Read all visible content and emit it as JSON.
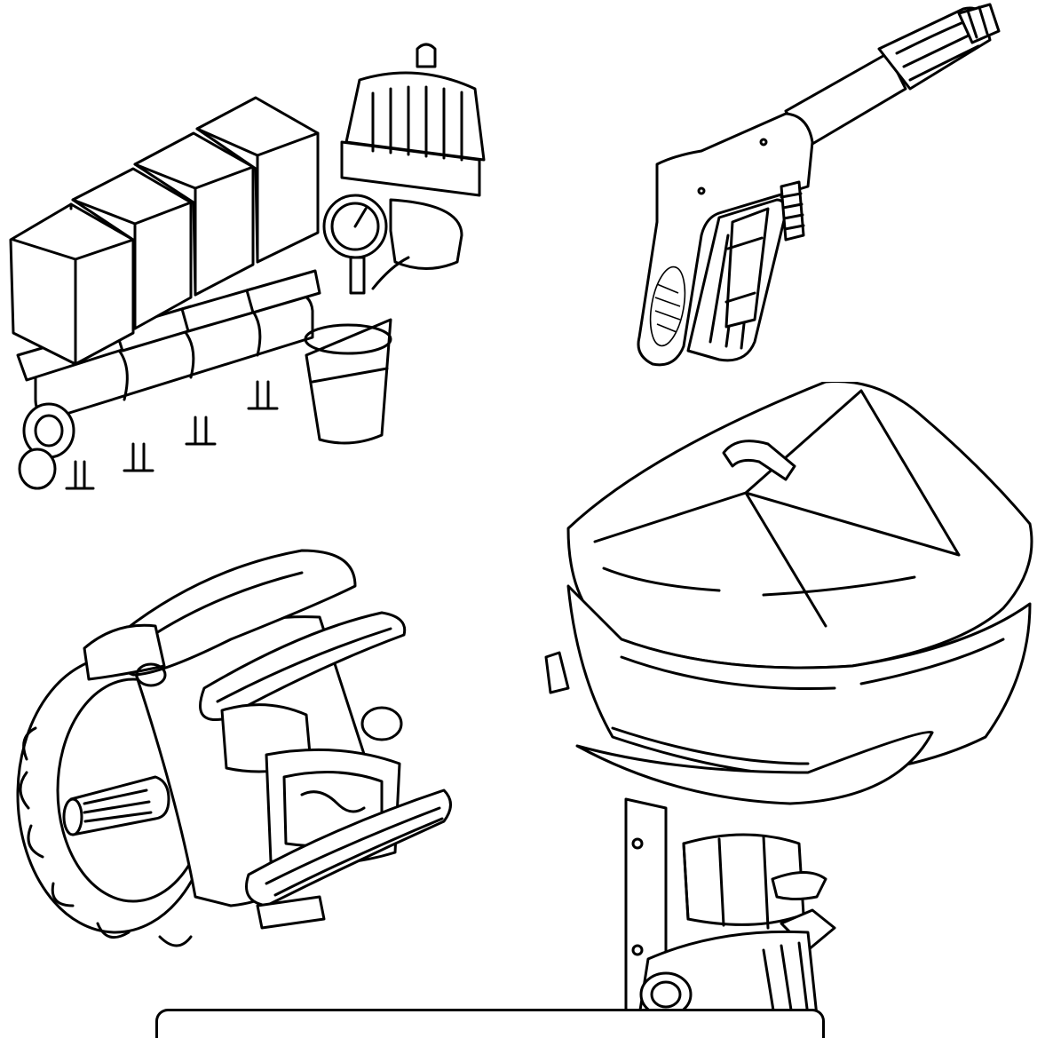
{
  "figure": {
    "illustrations": [
      {
        "id": "valve-manifold",
        "subject": "valve-manifold"
      },
      {
        "id": "spray-gun",
        "subject": "spray-gun"
      },
      {
        "id": "diaphragm-pump",
        "subject": "diaphragm-pump"
      },
      {
        "id": "chemical-hopper",
        "subject": "chemical-hopper"
      }
    ],
    "colors": {
      "ink": "#000000",
      "paper": "#ffffff"
    }
  }
}
